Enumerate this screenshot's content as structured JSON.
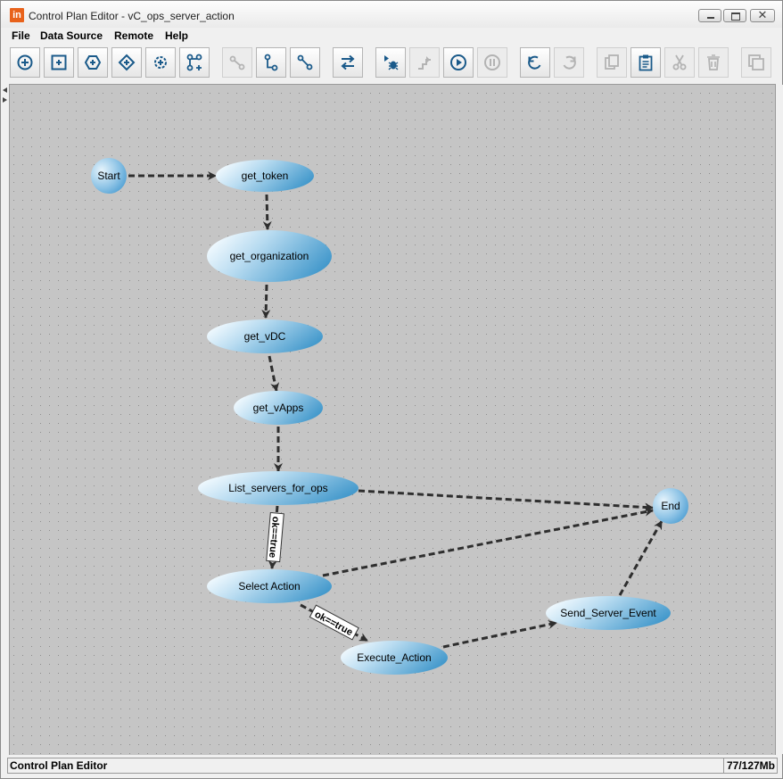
{
  "window": {
    "title": "Control Plan Editor - vC_ops_server_action",
    "app_icon_text": "in",
    "close_glyph": "✕"
  },
  "menu": [
    "File",
    "Data Source",
    "Remote",
    "Help"
  ],
  "toolbar": {
    "buttons": [
      {
        "icon": "add-start-icon",
        "enabled": true
      },
      {
        "icon": "add-task-icon",
        "enabled": true
      },
      {
        "icon": "add-hexagon-node-icon",
        "enabled": true
      },
      {
        "icon": "add-decision-icon",
        "enabled": true
      },
      {
        "icon": "add-gear-node-icon",
        "enabled": true
      },
      {
        "icon": "add-branch-icon",
        "enabled": true
      },
      {
        "icon": "link-icon",
        "enabled": false
      },
      {
        "icon": "connect-down-icon",
        "enabled": true
      },
      {
        "icon": "connect-diagonal-icon",
        "enabled": true
      },
      {
        "icon": "swap-icon",
        "enabled": true
      },
      {
        "icon": "debug-icon",
        "enabled": true
      },
      {
        "icon": "step-icon",
        "enabled": false
      },
      {
        "icon": "run-icon",
        "enabled": true
      },
      {
        "icon": "pause-icon",
        "enabled": false
      },
      {
        "icon": "undo-icon",
        "enabled": true
      },
      {
        "icon": "redo-icon",
        "enabled": false
      },
      {
        "icon": "copy-icon",
        "enabled": false
      },
      {
        "icon": "paste-icon",
        "enabled": true
      },
      {
        "icon": "cut-icon",
        "enabled": false
      },
      {
        "icon": "delete-icon",
        "enabled": false
      },
      {
        "icon": "window-icon",
        "enabled": false
      }
    ]
  },
  "diagram": {
    "nodes": [
      {
        "id": "start",
        "label": "Start"
      },
      {
        "id": "get_token",
        "label": "get_token"
      },
      {
        "id": "get_organization",
        "label": "get_organization"
      },
      {
        "id": "get_vdc",
        "label": "get_vDC"
      },
      {
        "id": "get_vapps",
        "label": "get_vApps"
      },
      {
        "id": "list_servers",
        "label": "List_servers_for_ops"
      },
      {
        "id": "end",
        "label": "End"
      },
      {
        "id": "select_action",
        "label": "Select Action"
      },
      {
        "id": "execute_action",
        "label": "Execute_Action"
      },
      {
        "id": "send_event",
        "label": "Send_Server_Event"
      }
    ],
    "edges": [
      {
        "from": "start",
        "to": "get_token",
        "label": ""
      },
      {
        "from": "get_token",
        "to": "get_organization",
        "label": ""
      },
      {
        "from": "get_organization",
        "to": "get_vdc",
        "label": ""
      },
      {
        "from": "get_vdc",
        "to": "get_vapps",
        "label": ""
      },
      {
        "from": "get_vapps",
        "to": "list_servers",
        "label": ""
      },
      {
        "from": "list_servers",
        "to": "end",
        "label": ""
      },
      {
        "from": "list_servers",
        "to": "select_action",
        "label": "ok==true"
      },
      {
        "from": "select_action",
        "to": "end",
        "label": ""
      },
      {
        "from": "select_action",
        "to": "execute_action",
        "label": "ok==true"
      },
      {
        "from": "execute_action",
        "to": "send_event",
        "label": ""
      },
      {
        "from": "send_event",
        "to": "end",
        "label": ""
      }
    ]
  },
  "status": {
    "left": "Control Plan Editor",
    "memory": "77/127Mb"
  },
  "colors": {
    "canvas_bg": "#c5c5c5",
    "grid_dot": "#8e8e8e",
    "node_light": "#eaf5fc",
    "node_dark": "#3b94c9",
    "edge": "#2e2e2e",
    "accent": "#1a5a8a"
  }
}
